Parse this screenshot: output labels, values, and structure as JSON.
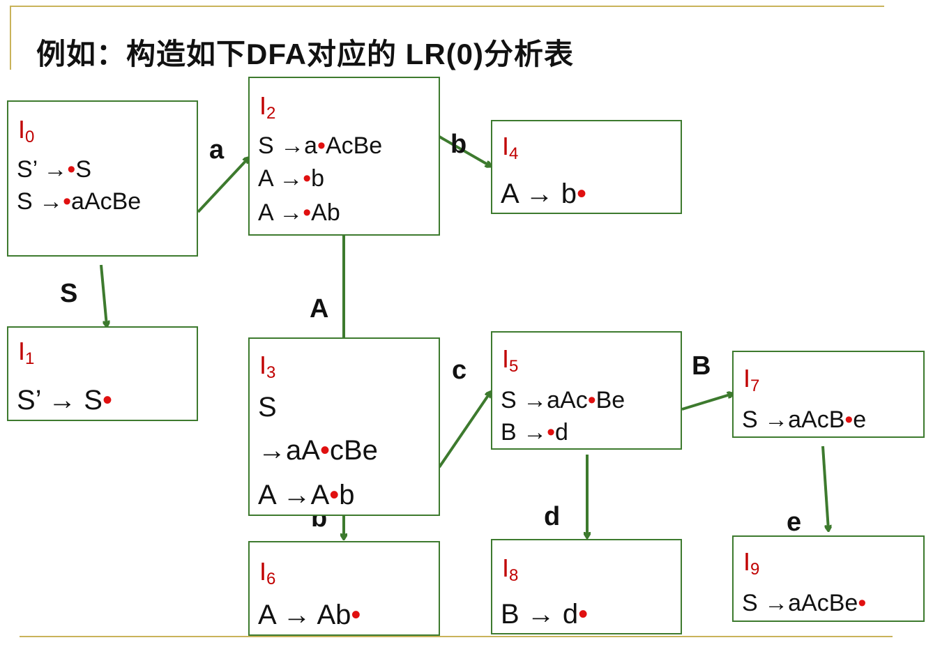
{
  "title": "例如：构造如下DFA对应的 LR(0)分析表",
  "dot": "•",
  "states": {
    "I0": {
      "name": "I",
      "sub": "0",
      "items": [
        {
          "pre": "S’ →",
          "post": "S"
        },
        {
          "pre": "S →",
          "post": "aAcBe"
        }
      ]
    },
    "I1": {
      "name": "I",
      "sub": "1",
      "items": [
        {
          "pre": "S’ →  S",
          "post": ""
        }
      ]
    },
    "I2": {
      "name": "I",
      "sub": "2",
      "items": [
        {
          "pre": "S →a",
          "post": "AcBe"
        },
        {
          "pre": "A →",
          "post": "b"
        },
        {
          "pre": "A →",
          "post": "Ab"
        }
      ]
    },
    "I3": {
      "name": "I",
      "sub": "3",
      "items": [
        {
          "pre": "S",
          "post": ""
        },
        {
          "pre": "→aA",
          "post": "cBe"
        },
        {
          "pre": "A →A",
          "post": "b"
        }
      ]
    },
    "I4": {
      "name": "I",
      "sub": "4",
      "items": [
        {
          "pre": "A →  b",
          "post": ""
        }
      ]
    },
    "I5": {
      "name": "I",
      "sub": "5",
      "items": [
        {
          "pre": "S →aAc",
          "post": "Be"
        },
        {
          "pre": "B →",
          "post": "d"
        }
      ]
    },
    "I6": {
      "name": "I",
      "sub": "6",
      "items": [
        {
          "pre": "A →  Ab",
          "post": ""
        }
      ]
    },
    "I7": {
      "name": "I",
      "sub": "7",
      "items": [
        {
          "pre": "S →aAcB",
          "post": "e"
        }
      ]
    },
    "I8": {
      "name": "I",
      "sub": "8",
      "items": [
        {
          "pre": "B →  d",
          "post": ""
        }
      ]
    },
    "I9": {
      "name": "I",
      "sub": "9",
      "items": [
        {
          "pre": "S →aAcBe",
          "post": ""
        }
      ]
    }
  },
  "edges": {
    "a": "a",
    "S": "S",
    "b_2_4": "b",
    "A": "A",
    "c": "c",
    "B": "B",
    "b_3_6": "b",
    "d": "d",
    "e": "e"
  },
  "colors": {
    "arrow": "#3d7a2e",
    "border": "#3d7a2e",
    "state_label": "#c00000",
    "dot": "#e01010",
    "rule": "#c9b35a"
  }
}
